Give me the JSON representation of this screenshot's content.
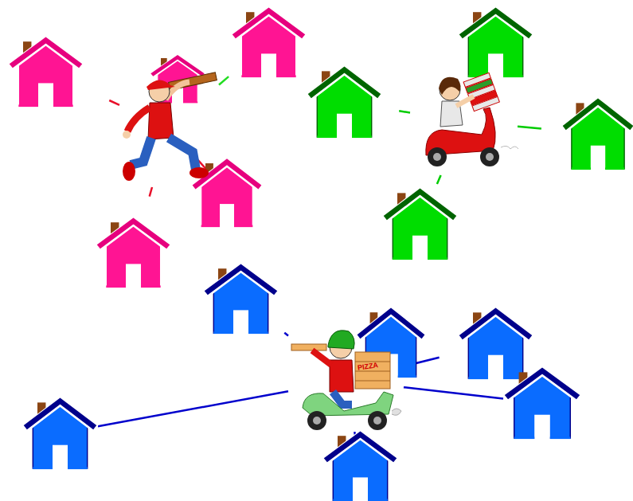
{
  "diagram": {
    "nodes": [
      {
        "text": []
      },
      {
        "text": []
      },
      {
        "text": []
      },
      {
        "text": []
      },
      {
        "text": []
      },
      {
        "text": []
      },
      {
        "text": []
      },
      {
        "text": []
      },
      {
        "text": []
      },
      {
        "text": []
      },
      {
        "text": []
      },
      {
        "text": []
      },
      {
        "text": []
      },
      {
        "text": []
      },
      {
        "text": []
      },
      {
        "text": []
      },
      {
        "text": []
      },
      {
        "text": []
      }
    ],
    "edges": [
      {
        "from": 0,
        "to": 1,
        "arrow": "none"
      },
      {
        "from": 0,
        "to": 2,
        "arrow": "none"
      },
      {
        "from": 0,
        "to": 3,
        "arrow": "none"
      },
      {
        "from": 0,
        "to": 4,
        "arrow": "none"
      },
      {
        "from": 0,
        "to": 5,
        "arrow": "none"
      },
      {
        "from": 6,
        "to": 7,
        "arrow": "none"
      },
      {
        "from": 6,
        "to": 8,
        "arrow": "none"
      },
      {
        "from": 6,
        "to": 9,
        "arrow": "none"
      },
      {
        "from": 6,
        "to": 10,
        "arrow": "none"
      },
      {
        "from": 11,
        "to": 12,
        "arrow": "none"
      },
      {
        "from": 11,
        "to": 13,
        "arrow": "none"
      },
      {
        "from": 11,
        "to": 14,
        "arrow": "none"
      },
      {
        "from": 11,
        "to": 15,
        "arrow": "none"
      },
      {
        "from": 11,
        "to": 16,
        "arrow": "none"
      },
      {
        "from": 11,
        "to": 17,
        "arrow": "none"
      }
    ],
    "labels": [
      "PIZZA"
    ]
  }
}
